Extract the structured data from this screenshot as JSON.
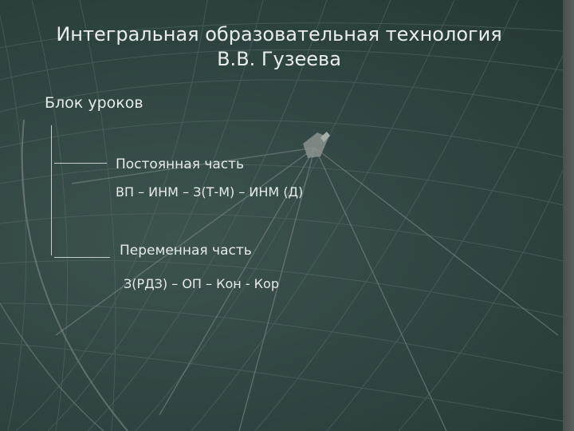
{
  "title": {
    "line1": "Интегральная образовательная технология",
    "line2": "В.В. Гузеева"
  },
  "block": {
    "label": "Блок уроков"
  },
  "constant_part": {
    "label": "Постоянная часть",
    "sequence": "ВП – ИНМ – З(Т-М) – ИНМ (Д)"
  },
  "variable_part": {
    "label": "Переменная часть",
    "sequence": "З(РДЗ) – ОП – Кон - Кор"
  },
  "colors": {
    "background": "#2f4442",
    "text": "#e6eaea",
    "net_lines": "#55666a",
    "bracket": "#c6cdcc"
  }
}
